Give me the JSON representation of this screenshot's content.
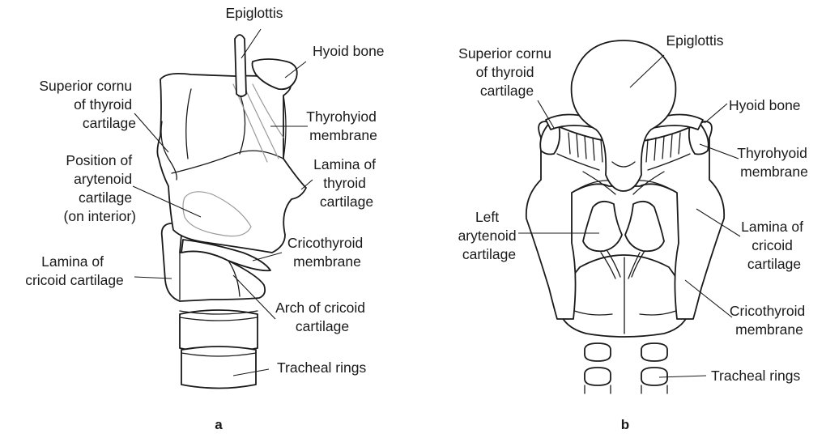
{
  "panels": {
    "a": {
      "caption": "a",
      "labels": {
        "epiglottis": "Epiglottis",
        "hyoid_bone": "Hyoid bone",
        "superior_cornu": [
          "Superior cornu",
          "of thyroid",
          "cartilage"
        ],
        "thyrohyoid_membrane": [
          "Thyrohyiod",
          "membrane"
        ],
        "lamina_thyroid": [
          "Lamina of",
          "thyroid",
          "cartilage"
        ],
        "arytenoid_position": [
          "Position of",
          "arytenoid",
          "cartilage",
          "(on interior)"
        ],
        "cricothyroid_membrane": [
          "Cricothyroid",
          "membrane"
        ],
        "lamina_cricoid": [
          "Lamina of",
          "cricoid cartilage"
        ],
        "arch_cricoid": [
          "Arch of cricoid",
          "cartilage"
        ],
        "tracheal_rings": "Tracheal rings"
      }
    },
    "b": {
      "caption": "b",
      "labels": {
        "epiglottis": "Epiglottis",
        "superior_cornu": [
          "Superior cornu",
          "of thyroid",
          "cartilage"
        ],
        "hyoid_bone": "Hyoid bone",
        "thyrohyoid_membrane": [
          "Thyrohyoid",
          "membrane"
        ],
        "left_arytenoid": [
          "Left",
          "arytenoid",
          "cartilage"
        ],
        "lamina_cricoid": [
          "Lamina of",
          "cricoid",
          "cartilage"
        ],
        "cricothyroid_membrane": [
          "Cricothyroid",
          "membrane"
        ],
        "tracheal_rings": "Tracheal rings"
      }
    }
  }
}
